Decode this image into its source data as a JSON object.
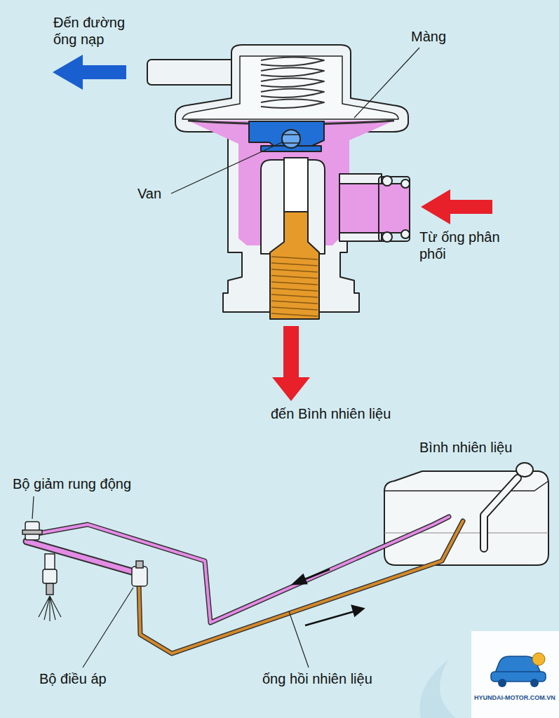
{
  "diagram": {
    "labels": [
      "Đến đường ống nạp",
      "Màng",
      "Van",
      "Từ ống phân phối",
      "đến Bình nhiên liệu",
      "Bình nhiên liệu",
      "Bộ giảm rung động",
      "Bộ điều áp",
      "ống hồi nhiên liệu",
      "HYUNDAI-MOTOR.COM.VN"
    ]
  }
}
